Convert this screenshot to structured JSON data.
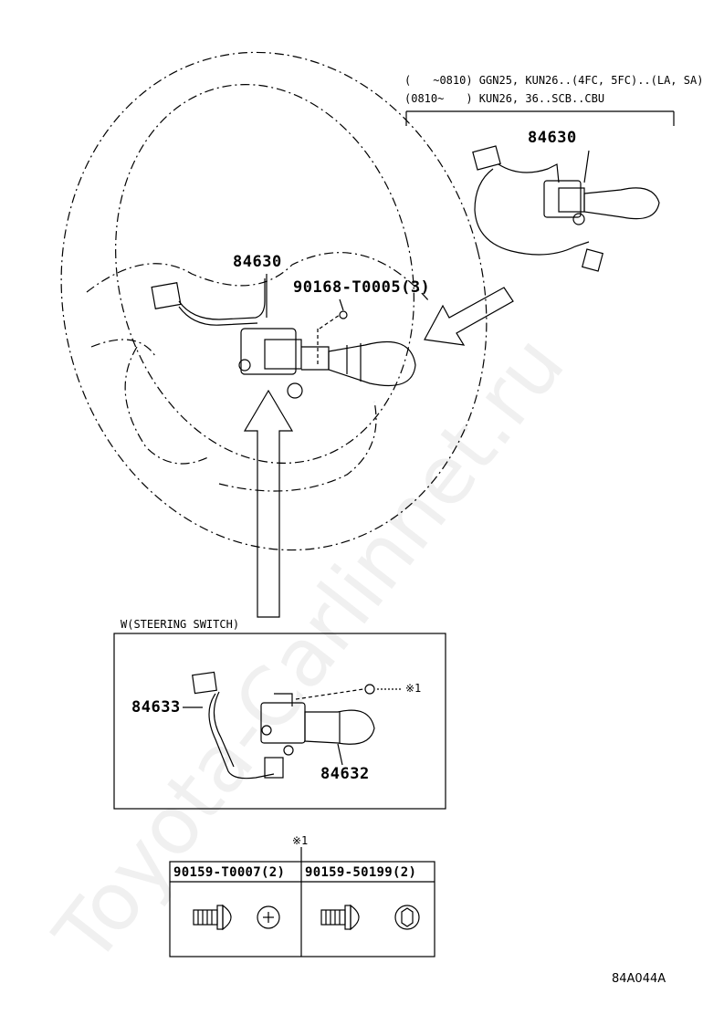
{
  "watermark": "Toyota-Carlinnet.ru",
  "top_right_variant": {
    "line1": "(　　~0810) GGN25, KUN26..(4FC, 5FC)..(LA, SA)",
    "line2": "(0810~　　) KUN26, 36..SCB..CBU",
    "part": "84630"
  },
  "center": {
    "switch_part": "84630",
    "screw_part": "90168-T0005(3)"
  },
  "inset": {
    "title": "W(STEERING SWITCH)",
    "harness_part": "84633",
    "switch_part": "84632",
    "screw_ref": "※1"
  },
  "screw_table": {
    "ref": "※1",
    "col1": "90159-T0007(2)",
    "col2": "90159-50199(2)"
  },
  "diagram_code": "84A044A"
}
